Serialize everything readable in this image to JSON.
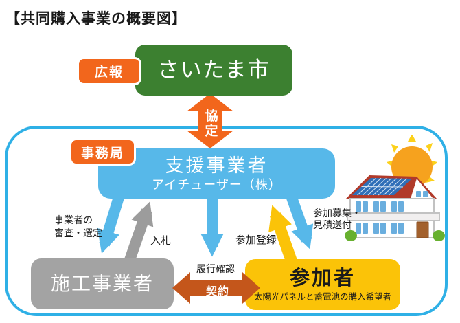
{
  "title": "【共同購入事業の概要図】",
  "nodes": {
    "saitama_city": {
      "label": "さいたま市",
      "badge": "広報"
    },
    "support_operator": {
      "label": "支援事業者",
      "sublabel": "アイチューザー（株）",
      "badge": "事務局"
    },
    "construction_operator": {
      "label": "施工事業者"
    },
    "participants": {
      "label": "参加者",
      "sublabel": "太陽光パネルと蓄電池の購入希望者"
    }
  },
  "edges": {
    "agreement": "協定",
    "screening": {
      "line1": "事業者の",
      "line2": "審査・選定"
    },
    "bidding": "入札",
    "registration": "参加登録",
    "recruitment": {
      "line1": "参加募集・",
      "line2": "見積送付"
    },
    "fulfillment_check": "履行確認",
    "contract": "契約"
  },
  "illustration": {
    "name": "solar-house-with-sun"
  },
  "colors": {
    "orange": "#f2661c",
    "green": "#3c8030",
    "blue": "#57b8e9",
    "border_blue": "#2fb0e6",
    "gray_box": "#a3a3a3",
    "gray_arrow": "#9c9c9c",
    "yellow": "#fbc308",
    "dark_orange": "#c4561b"
  }
}
